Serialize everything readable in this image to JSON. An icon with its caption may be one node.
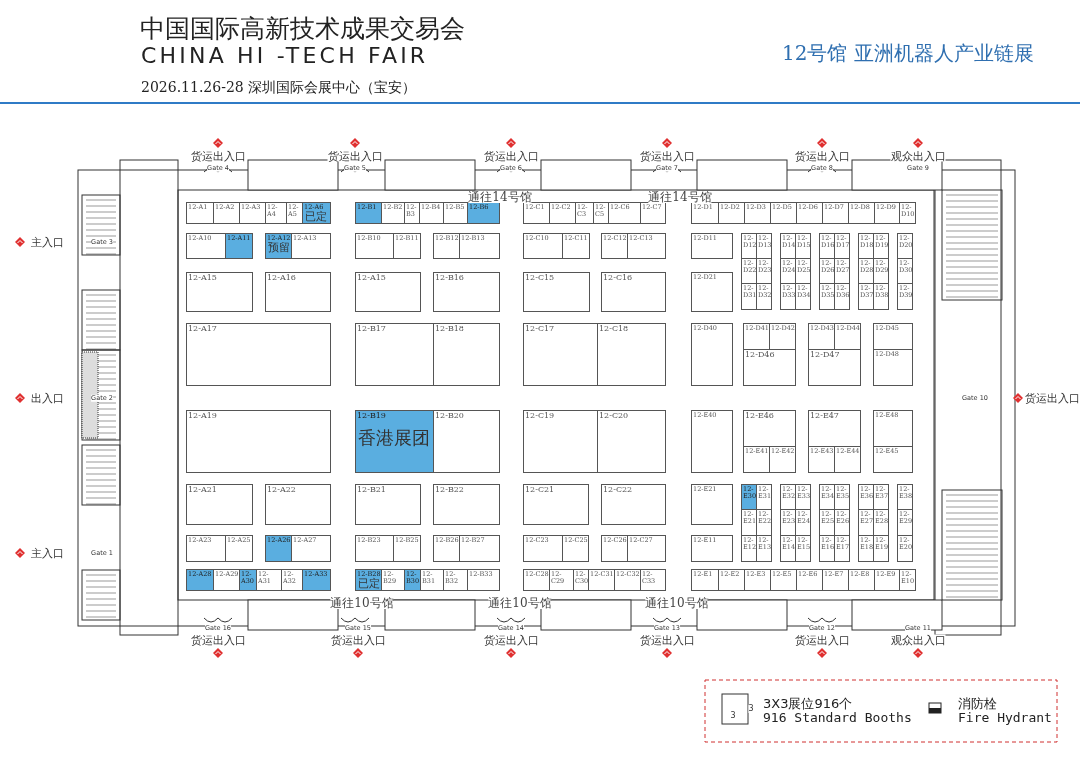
{
  "diagram": {
    "title": "中国国际高新技术成果交易会",
    "nodes": [
      {
        "text": [
          "12-A1"
        ]
      },
      {
        "text": [
          "12-A2"
        ]
      },
      {
        "text": [
          "12-A3"
        ]
      },
      {
        "text": [
          "12-A4"
        ]
      },
      {
        "text": [
          "12-A5"
        ]
      },
      {
        "text": [
          "12-A6",
          "已定"
        ]
      },
      {
        "text": [
          "12-A10"
        ]
      },
      {
        "text": [
          "12-A11"
        ]
      },
      {
        "text": [
          "12-A12",
          "预留"
        ]
      },
      {
        "text": [
          "12-A13"
        ]
      },
      {
        "text": [
          "12-A15"
        ]
      },
      {
        "text": [
          "12-A16"
        ]
      },
      {
        "text": [
          "12-A17"
        ]
      },
      {
        "text": [
          "12-A19"
        ]
      },
      {
        "text": [
          "12-A21"
        ]
      },
      {
        "text": [
          "12-A22"
        ]
      },
      {
        "text": [
          "12-A23"
        ]
      },
      {
        "text": [
          "12-A25"
        ]
      },
      {
        "text": [
          "12-A26"
        ]
      },
      {
        "text": [
          "12-A27"
        ]
      },
      {
        "text": [
          "12-A28"
        ]
      },
      {
        "text": [
          "12-A29"
        ]
      },
      {
        "text": [
          "12-A30"
        ]
      },
      {
        "text": [
          "12-A31"
        ]
      },
      {
        "text": [
          "12-A32"
        ]
      },
      {
        "text": [
          "12-A33"
        ]
      },
      {
        "text": [
          "12-B1"
        ]
      },
      {
        "text": [
          "12-B2"
        ]
      },
      {
        "text": [
          "12-B3"
        ]
      },
      {
        "text": [
          "12-B4"
        ]
      },
      {
        "text": [
          "12-B5"
        ]
      },
      {
        "text": [
          "12-B6"
        ]
      },
      {
        "text": [
          "12-B10"
        ]
      },
      {
        "text": [
          "12-B11"
        ]
      },
      {
        "text": [
          "12-B12"
        ]
      },
      {
        "text": [
          "12-B13"
        ]
      },
      {
        "text": [
          "12-A15"
        ]
      },
      {
        "text": [
          "12-B16"
        ]
      },
      {
        "text": [
          "12-B17"
        ]
      },
      {
        "text": [
          "12-B18"
        ]
      },
      {
        "text": [
          "12-B19",
          "香港展团"
        ]
      },
      {
        "text": [
          "12-B20"
        ]
      },
      {
        "text": [
          "12-B21"
        ]
      },
      {
        "text": [
          "12-B22"
        ]
      },
      {
        "text": [
          "12-B23"
        ]
      },
      {
        "text": [
          "12-B25"
        ]
      },
      {
        "text": [
          "12-B26"
        ]
      },
      {
        "text": [
          "12-B27"
        ]
      },
      {
        "text": [
          "12-B28",
          "已定"
        ]
      },
      {
        "text": [
          "12-B29"
        ]
      },
      {
        "text": [
          "12-B30"
        ]
      },
      {
        "text": [
          "12-B31"
        ]
      },
      {
        "text": [
          "12-B32"
        ]
      },
      {
        "text": [
          "12-B33"
        ]
      },
      {
        "text": [
          "12-C1"
        ]
      },
      {
        "text": [
          "12-C2"
        ]
      },
      {
        "text": [
          "12-C3"
        ]
      },
      {
        "text": [
          "12-C5"
        ]
      },
      {
        "text": [
          "12-C6"
        ]
      },
      {
        "text": [
          "12-C7"
        ]
      },
      {
        "text": [
          "12-C10"
        ]
      },
      {
        "text": [
          "12-C11"
        ]
      },
      {
        "text": [
          "12-C12"
        ]
      },
      {
        "text": [
          "12-C13"
        ]
      },
      {
        "text": [
          "12-C15"
        ]
      },
      {
        "text": [
          "12-C16"
        ]
      },
      {
        "text": [
          "12-C17"
        ]
      },
      {
        "text": [
          "12-C18"
        ]
      },
      {
        "text": [
          "12-C19"
        ]
      },
      {
        "text": [
          "12-C20"
        ]
      },
      {
        "text": [
          "12-C21"
        ]
      },
      {
        "text": [
          "12-C22"
        ]
      },
      {
        "text": [
          "12-C23"
        ]
      },
      {
        "text": [
          "12-C25"
        ]
      },
      {
        "text": [
          "12-C26"
        ]
      },
      {
        "text": [
          "12-C27"
        ]
      },
      {
        "text": [
          "12-C28"
        ]
      },
      {
        "text": [
          "12-C29"
        ]
      },
      {
        "text": [
          "12-C30"
        ]
      },
      {
        "text": [
          "12-C31"
        ]
      },
      {
        "text": [
          "12-C32"
        ]
      },
      {
        "text": [
          "12-C33"
        ]
      },
      {
        "text": [
          "12-D1"
        ]
      },
      {
        "text": [
          "12-D2"
        ]
      },
      {
        "text": [
          "12-D3"
        ]
      },
      {
        "text": [
          "12-D5"
        ]
      },
      {
        "text": [
          "12-D6"
        ]
      },
      {
        "text": [
          "12-D7"
        ]
      },
      {
        "text": [
          "12-D8"
        ]
      },
      {
        "text": [
          "12-D9"
        ]
      },
      {
        "text": [
          "12-D10"
        ]
      },
      {
        "text": [
          "12-D11"
        ]
      },
      {
        "text": [
          "12-D21"
        ]
      },
      {
        "text": [
          "12-D40"
        ]
      },
      {
        "text": [
          "12-D12"
        ]
      },
      {
        "text": [
          "12-D13"
        ]
      },
      {
        "text": [
          "12-D14"
        ]
      },
      {
        "text": [
          "12-D15"
        ]
      },
      {
        "text": [
          "12-D16"
        ]
      },
      {
        "text": [
          "12-D17"
        ]
      },
      {
        "text": [
          "12-D18"
        ]
      },
      {
        "text": [
          "12-D19"
        ]
      },
      {
        "text": [
          "12-D20"
        ]
      },
      {
        "text": [
          "12-D22"
        ]
      },
      {
        "text": [
          "12-D23"
        ]
      },
      {
        "text": [
          "12-D24"
        ]
      },
      {
        "text": [
          "12-D25"
        ]
      },
      {
        "text": [
          "12-D26"
        ]
      },
      {
        "text": [
          "12-D27"
        ]
      },
      {
        "text": [
          "12-D28"
        ]
      },
      {
        "text": [
          "12-D29"
        ]
      },
      {
        "text": [
          "12-D30"
        ]
      },
      {
        "text": [
          "12-D31"
        ]
      },
      {
        "text": [
          "12-D32"
        ]
      },
      {
        "text": [
          "12-D33"
        ]
      },
      {
        "text": [
          "12-D34"
        ]
      },
      {
        "text": [
          "12-D35"
        ]
      },
      {
        "text": [
          "12-D36"
        ]
      },
      {
        "text": [
          "12-D37"
        ]
      },
      {
        "text": [
          "12-D38"
        ]
      },
      {
        "text": [
          "12-D39"
        ]
      },
      {
        "text": [
          "12-D41"
        ]
      },
      {
        "text": [
          "12-D42"
        ]
      },
      {
        "text": [
          "12-D43"
        ]
      },
      {
        "text": [
          "12-D44"
        ]
      },
      {
        "text": [
          "12-D45"
        ]
      },
      {
        "text": [
          "12-D46"
        ]
      },
      {
        "text": [
          "12-D47"
        ]
      },
      {
        "text": [
          "12-D48"
        ]
      },
      {
        "text": [
          "12-E40"
        ]
      },
      {
        "text": [
          "12-E46"
        ]
      },
      {
        "text": [
          "12-E47"
        ]
      },
      {
        "text": [
          "12-E48"
        ]
      },
      {
        "text": [
          "12-E41"
        ]
      },
      {
        "text": [
          "12-E42"
        ]
      },
      {
        "text": [
          "12-E43"
        ]
      },
      {
        "text": [
          "12-E44"
        ]
      },
      {
        "text": [
          "12-E45"
        ]
      },
      {
        "text": [
          "12-E21"
        ]
      },
      {
        "text": [
          "12-E11"
        ]
      },
      {
        "text": [
          "12-E30"
        ]
      },
      {
        "text": [
          "12-E31"
        ]
      },
      {
        "text": [
          "12-E32"
        ]
      },
      {
        "text": [
          "12-E33"
        ]
      },
      {
        "text": [
          "12-E34"
        ]
      },
      {
        "text": [
          "12-E35"
        ]
      },
      {
        "text": [
          "12-E36"
        ]
      },
      {
        "text": [
          "12-E37"
        ]
      },
      {
        "text": [
          "12-E38"
        ]
      },
      {
        "text": [
          "12-E21"
        ]
      },
      {
        "text": [
          "12-E22"
        ]
      },
      {
        "text": [
          "12-E23"
        ]
      },
      {
        "text": [
          "12-E24"
        ]
      },
      {
        "text": [
          "12-E25"
        ]
      },
      {
        "text": [
          "12-E26"
        ]
      },
      {
        "text": [
          "12-E27"
        ]
      },
      {
        "text": [
          "12-E28"
        ]
      },
      {
        "text": [
          "12-E29"
        ]
      },
      {
        "text": [
          "12-E12"
        ]
      },
      {
        "text": [
          "12-E13"
        ]
      },
      {
        "text": [
          "12-E14"
        ]
      },
      {
        "text": [
          "12-E15"
        ]
      },
      {
        "text": [
          "12-E16"
        ]
      },
      {
        "text": [
          "12-E17"
        ]
      },
      {
        "text": [
          "12-E18"
        ]
      },
      {
        "text": [
          "12-E19"
        ]
      },
      {
        "text": [
          "12-E20"
        ]
      },
      {
        "text": [
          "12-E1"
        ]
      },
      {
        "text": [
          "12-E2"
        ]
      },
      {
        "text": [
          "12-E3"
        ]
      },
      {
        "text": [
          "12-E5"
        ]
      },
      {
        "text": [
          "12-E6"
        ]
      },
      {
        "text": [
          "12-E7"
        ]
      },
      {
        "text": [
          "12-E8"
        ]
      },
      {
        "text": [
          "12-E9"
        ]
      },
      {
        "text": [
          "12-E10"
        ]
      }
    ],
    "labels": [
      "CHINA HI -TECH FAIR",
      "2026.11.26-28 深圳国际会展中心（宝安）",
      "12号馆 亚洲机器人产业链展",
      "货运出入口",
      "Gate 4",
      "货运出入口",
      "Gate 5",
      "货运出入口",
      "Gate 6",
      "货运出入口",
      "Gate 7",
      "货运出入口",
      "Gate 8",
      "观众出入口",
      "Gate 9",
      "通往14号馆",
      "通往14号馆",
      "主入口",
      "Gate 3",
      "出入口",
      "Gate 2",
      "主入口",
      "Gate 1",
      "货运出入口",
      "Gate 10",
      "通往10号馆",
      "通往10号馆",
      "通往10号馆",
      "Gate 16",
      "货运出入口",
      "Gate 15",
      "货运出入口",
      "Gate 14",
      "货运出入口",
      "Gate 13",
      "货运出入口",
      "Gate 12",
      "货运出入口",
      "Gate 11",
      "观众出入口",
      "3",
      "3"
    ],
    "legend": [
      {
        "text": "3X3展位916个"
      },
      {
        "text": "916 Standard Booths"
      },
      {
        "text": "消防栓"
      },
      {
        "text": "Fire Hydrant"
      }
    ]
  }
}
